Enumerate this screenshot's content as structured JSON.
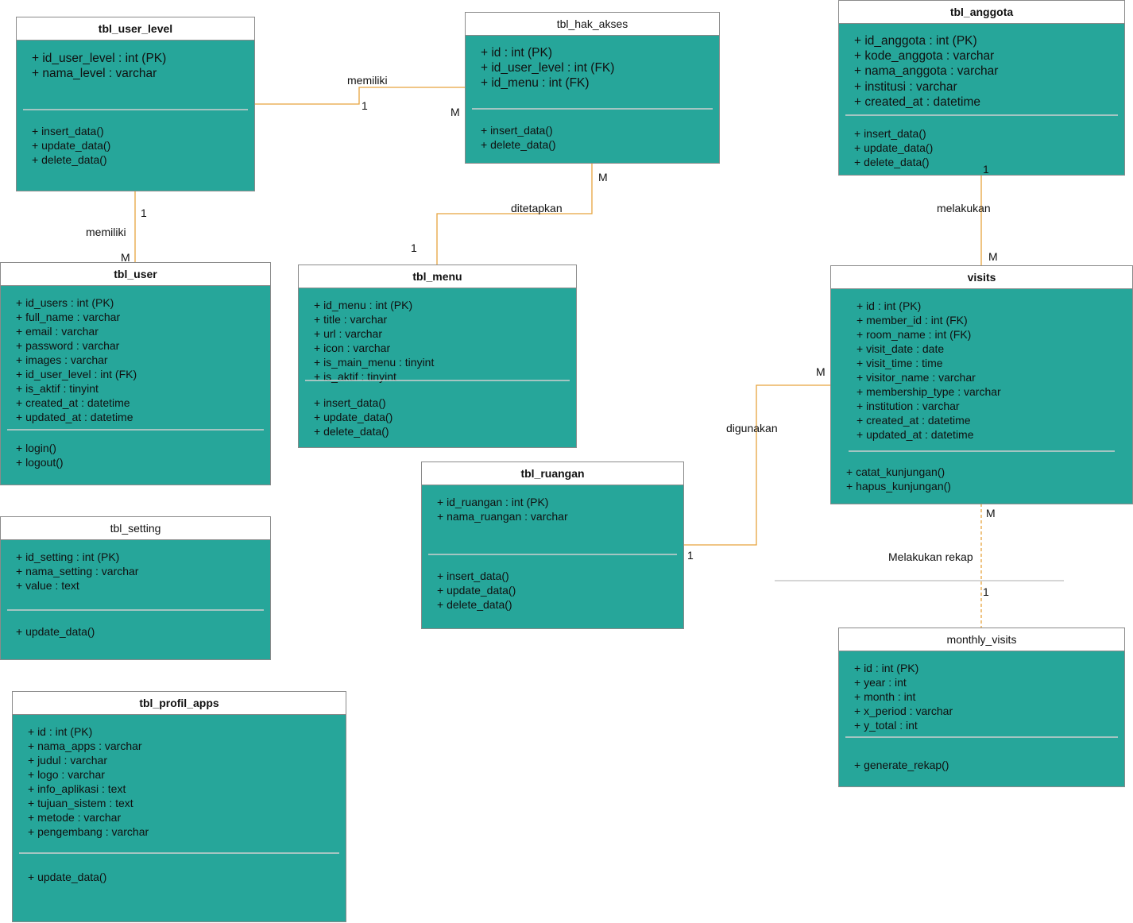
{
  "classes": {
    "user_level": {
      "name": "tbl_user_level",
      "attributes": [
        "+ id_user_level : int (PK)",
        "+ nama_level : varchar"
      ],
      "methods": [
        "+ insert_data()",
        "+ update_data()",
        "+ delete_data()"
      ]
    },
    "hak_akses": {
      "name": "tbl_hak_akses",
      "attributes": [
        "+ id : int (PK)",
        "+ id_user_level : int (FK)",
        "+ id_menu : int (FK)"
      ],
      "methods": [
        "+ insert_data()",
        "+ delete_data()"
      ]
    },
    "anggota": {
      "name": "tbl_anggota",
      "attributes": [
        "+ id_anggota : int (PK)",
        "+ kode_anggota : varchar",
        "+ nama_anggota : varchar",
        "+ institusi : varchar",
        "+ created_at : datetime"
      ],
      "methods": [
        "+ insert_data()",
        "+ update_data()",
        "+ delete_data()"
      ]
    },
    "user": {
      "name": "tbl_user",
      "attributes": [
        "+ id_users : int (PK)",
        "+ full_name : varchar",
        "+ email : varchar",
        "+ password : varchar",
        "+ images : varchar",
        "+ id_user_level : int (FK)",
        "+ is_aktif : tinyint",
        "+ created_at : datetime",
        "+ updated_at : datetime"
      ],
      "methods": [
        "+ login()",
        "+ logout()"
      ]
    },
    "menu": {
      "name": "tbl_menu",
      "attributes": [
        "+ id_menu : int (PK)",
        "+ title : varchar",
        "+ url : varchar",
        "+ icon : varchar",
        "+ is_main_menu : tinyint",
        "+ is_aktif : tinyint"
      ],
      "methods": [
        "+ insert_data()",
        "+ update_data()",
        "+ delete_data()"
      ]
    },
    "visits": {
      "name": "visits",
      "attributes": [
        "+ id : int (PK)",
        "+ member_id : int (FK)",
        "+ room_name : int (FK)",
        "+ visit_date : date",
        "+ visit_time : time",
        "+ visitor_name : varchar",
        "+ membership_type : varchar",
        "+ institution : varchar",
        "+ created_at : datetime",
        "+ updated_at : datetime"
      ],
      "methods": [
        "+ catat_kunjungan()",
        "+ hapus_kunjungan()"
      ]
    },
    "setting": {
      "name": "tbl_setting",
      "attributes": [
        "+ id_setting : int (PK)",
        "+ nama_setting : varchar",
        "+ value : text"
      ],
      "methods": [
        "+ update_data()"
      ]
    },
    "ruangan": {
      "name": "tbl_ruangan",
      "attributes": [
        "+ id_ruangan : int (PK)",
        "+ nama_ruangan : varchar"
      ],
      "methods": [
        "+ insert_data()",
        "+ update_data()",
        "+ delete_data()"
      ]
    },
    "monthly": {
      "name": "monthly_visits",
      "attributes": [
        "+ id : int (PK)",
        "+ year : int",
        "+ month : int",
        "+ x_period : varchar",
        "+ y_total : int"
      ],
      "methods": [
        "+ generate_rekap()"
      ]
    },
    "profil": {
      "name": "tbl_profil_apps",
      "attributes": [
        "+ id : int (PK)",
        "+ nama_apps : varchar",
        "+ judul : varchar",
        "+ logo : varchar",
        "+ info_aplikasi : text",
        "+ tujuan_sistem : text",
        "+ metode : varchar",
        "+ pengembang : varchar"
      ],
      "methods": [
        "+ update_data()"
      ]
    }
  },
  "relations": {
    "level_hak": {
      "label": "memiliki",
      "mult_a": "1",
      "mult_b": "M"
    },
    "hak_menu": {
      "label": "ditetapkan",
      "mult_a": "M",
      "mult_b": "1"
    },
    "level_user": {
      "label": "memiliki",
      "mult_a": "1",
      "mult_b": "M"
    },
    "anggota_visits": {
      "label": "melakukan",
      "mult_a": "1",
      "mult_b": "M"
    },
    "ruangan_visits": {
      "label": "digunakan",
      "mult_a": "1",
      "mult_b": "M"
    },
    "visits_monthly": {
      "label": "Melakukan rekap",
      "mult_a": "M",
      "mult_b": "1"
    }
  },
  "colors": {
    "class_fill": "#26a69a",
    "connector": "#e6a33e"
  }
}
